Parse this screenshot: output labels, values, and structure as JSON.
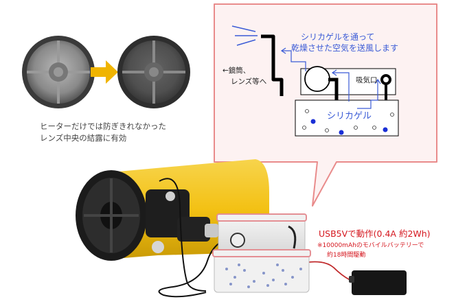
{
  "lens_caption": {
    "line1": "ヒーターだけでは防ぎきれなかった",
    "line2": "レンズ中央の結露に有効"
  },
  "schematic": {
    "airflow_line1": "シリカゲルを通って",
    "airflow_line2": "乾燥させた空気を送風します",
    "to_scope_line1": "←鏡筒、",
    "to_scope_line2": "レンズ等へ",
    "intake_label": "吸気口",
    "silica_label": "シリカゲル"
  },
  "power": {
    "title": "USB5Vで動作(0.4A 約2Wh)",
    "note1": "※10000mAhのモバイルバッテリーで",
    "note2": "約18時間駆動"
  },
  "colors": {
    "callout_border": "#e98b8b",
    "callout_fill": "#fdf2f2",
    "diagram_blue": "#3a5bd6",
    "scope_yellow": "#f3c114",
    "accent_red": "#d5161e",
    "arrow_yellow": "#f0b400"
  }
}
